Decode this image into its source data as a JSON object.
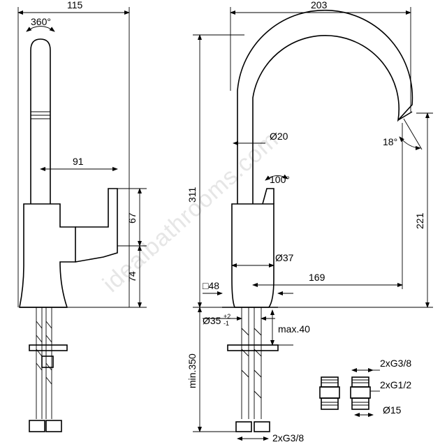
{
  "watermark": "idealbathrooms.com",
  "side_view": {
    "width_label": "115",
    "rotation_label": "360°",
    "reach_label": "91",
    "handle_height_label": "67",
    "body_height_label": "74"
  },
  "front_view": {
    "width_label": "203",
    "height_label": "311",
    "spout_angle_label": "18°",
    "spout_dia_label": "Ø20",
    "lever_angle_label": "100°",
    "outlet_height_label": "221",
    "body_dia_label": "Ø37",
    "reach_label": "169",
    "base_label": "□48",
    "hole_dia_label": "Ø35",
    "hole_tol_upper": "+2",
    "hole_tol_lower": "-1",
    "max_thickness_label": "max.40",
    "hose_length_label": "min.350",
    "hose_connection_label": "2xG3/8"
  },
  "fittings": {
    "label_top": "2xG3/8",
    "label_mid": "2xG1/2",
    "label_dia": "Ø15"
  }
}
